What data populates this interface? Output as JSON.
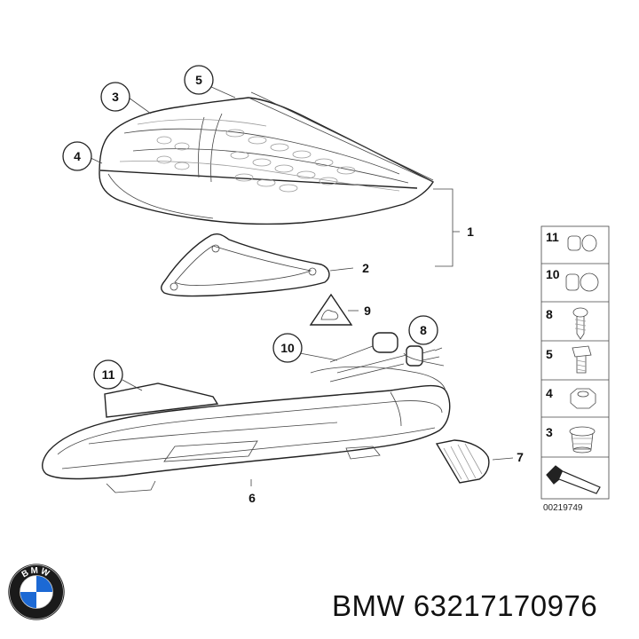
{
  "callouts": {
    "c1": "1",
    "c2": "2",
    "c3": "3",
    "c4": "4",
    "c5": "5",
    "c6": "6",
    "c7": "7",
    "c8": "8",
    "c9": "9",
    "c10": "10",
    "c11": "11"
  },
  "legend": {
    "items": [
      {
        "label": "11",
        "icon": "bulb-small-icon"
      },
      {
        "label": "10",
        "icon": "bulb-large-icon"
      },
      {
        "label": "8",
        "icon": "screw-icon"
      },
      {
        "label": "5",
        "icon": "bolt-icon"
      },
      {
        "label": "4",
        "icon": "nut-icon"
      },
      {
        "label": "3",
        "icon": "grommet-icon"
      }
    ],
    "direction_icon": "arrow-icon"
  },
  "drawing_code": "00219749",
  "brand": {
    "logo_letters": "BMW",
    "logo_icon": "bmw-roundel-icon",
    "blue": "#1c69d4"
  },
  "part_caption": "BMW 63217170976"
}
